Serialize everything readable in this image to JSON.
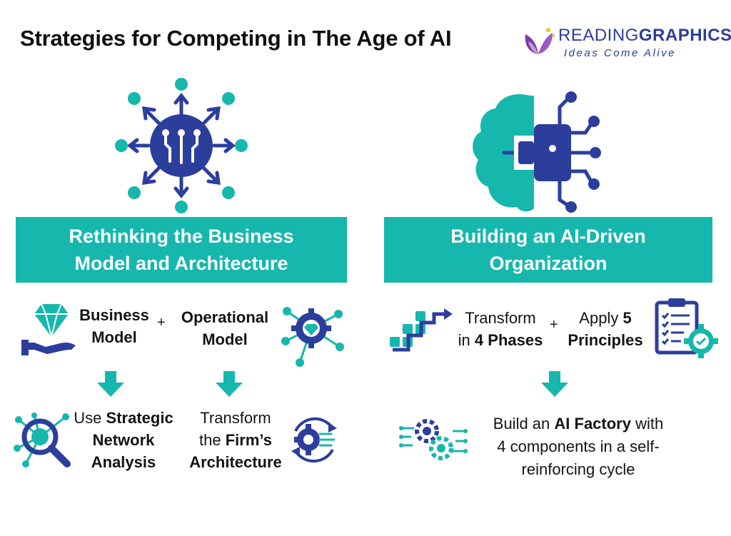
{
  "title": "Strategies for Competing in The Age of AI",
  "logo": {
    "brand_regular": "READING",
    "brand_bold": "GRAPHICS",
    "tagline": "Ideas Come Alive"
  },
  "colors": {
    "teal": "#16b7ad",
    "navy": "#2c3e9c"
  },
  "left": {
    "banner_line1": "Rethinking the Business",
    "banner_line2": "Model and Architecture",
    "business_model": {
      "line1": "Business",
      "line2": "Model",
      "icon": "diamond-hand-icon"
    },
    "plus": "+",
    "operational_model": {
      "line1": "Operational",
      "line2": "Model",
      "icon": "gear-network-icon"
    },
    "strategic_network": {
      "pre": "Use ",
      "bold1": "Strategic",
      "line2": "Network",
      "line3": "Analysis",
      "icon": "magnifier-network-icon"
    },
    "firm_architecture": {
      "line1": "Transform",
      "pre2": "the ",
      "bold2": "Firm’s",
      "line3": "Architecture",
      "icon": "gear-cycle-icon"
    }
  },
  "right": {
    "banner_line1": "Building an AI-Driven",
    "banner_line2": "Organization",
    "transform": {
      "line1": "Transform",
      "pre2": "in ",
      "bold2": "4 Phases",
      "icon": "stairs-arrow-icon"
    },
    "plus": "+",
    "apply": {
      "pre1": "Apply ",
      "bold1": "5",
      "line2": "Principles",
      "icon": "checklist-gear-icon"
    },
    "factory": {
      "pre1": "Build an ",
      "bold1": "AI Factory",
      "post1": " with",
      "line2": "4 components in a self-",
      "line3": "reinforcing cycle",
      "icon": "gears-circuit-icon"
    }
  }
}
